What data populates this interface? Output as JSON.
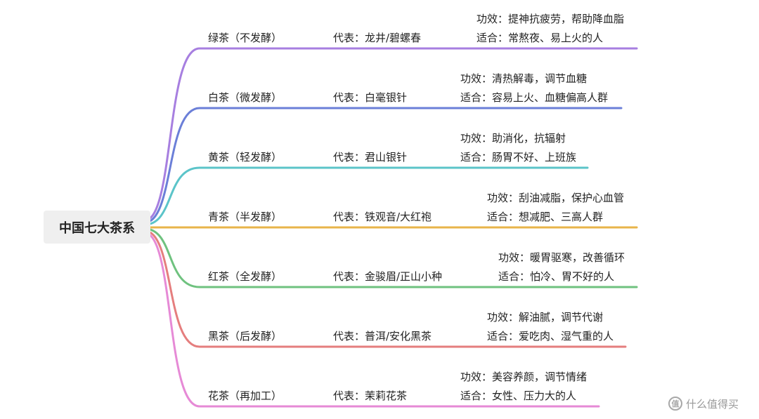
{
  "root": {
    "label": "中国七大茶系"
  },
  "branches": [
    {
      "name": "绿茶（不发酵）",
      "rep": "代表：龙井/碧螺春",
      "effect": "功效：提神抗疲劳，帮助降血脂",
      "suit": "适合：常熬夜、易上火的人",
      "color": "#a77fe0"
    },
    {
      "name": "白茶（微发酵）",
      "rep": "代表：白毫银针",
      "effect": "功效：清热解毒，调节血糖",
      "suit": "适合：容易上火、血糖偏高人群",
      "color": "#6b7fd8"
    },
    {
      "name": "黄茶（轻发酵）",
      "rep": "代表：君山银针",
      "effect": "功效：助消化，抗辐射",
      "suit": "适合：肠胃不好、上班族",
      "color": "#5bc4c9"
    },
    {
      "name": "青茶（半发酵）",
      "rep": "代表：铁观音/大红袍",
      "effect": "功效：刮油减脂，保护心血管",
      "suit": "适合：想减肥、三高人群",
      "color": "#e8b44a"
    },
    {
      "name": "红茶（全发酵）",
      "rep": "代表：金骏眉/正山小种",
      "effect": "功效：暖胃驱寒，改善循环",
      "suit": "适合：怕冷、胃不好的人",
      "color": "#6fc27f"
    },
    {
      "name": "黑茶（后发酵）",
      "rep": "代表：普洱/安化黑茶",
      "effect": "功效：解油腻，调节代谢",
      "suit": "适合：爱吃肉、湿气重的人",
      "color": "#e57e7e"
    },
    {
      "name": "花茶（再加工）",
      "rep": "代表：茉莉花茶",
      "effect": "功效：美容养颜，调节情绪",
      "suit": "适合：女性、压力大的人",
      "color": "#e68ad6"
    }
  ],
  "watermark": {
    "logo": "值",
    "text": "什么值得买"
  }
}
